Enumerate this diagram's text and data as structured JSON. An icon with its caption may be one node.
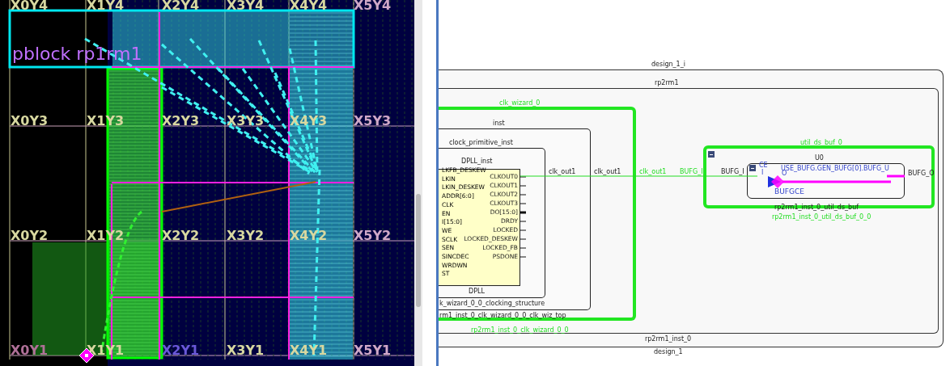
{
  "diagram": {
    "nodes": [
      {
        "text": [
          "design_1_i",
          "design_1"
        ]
      },
      {
        "text": [
          "rp2rm1",
          "rp2rm1_inst_0"
        ],
        "in": 0
      },
      {
        "text": [
          "clk_wizard_0",
          "rp2rm1_inst_0_clk_wizard_0_0"
        ],
        "in": 1
      },
      {
        "text": [
          "inst",
          "rm1_inst_0_clk_wizard_0_0_clk_wiz_top"
        ],
        "in": 2
      },
      {
        "text": [
          "clock_primitive_inst",
          "k_wizard_0_0_clocking_structure"
        ],
        "in": 3
      },
      {
        "text": [
          "DPLL_inst",
          "DPLL"
        ],
        "in": 4
      },
      {
        "text": [
          "util_ds_buf_0",
          "rp2rm1_inst_0_util_ds_buf_0_0"
        ],
        "in": 1
      },
      {
        "text": [
          "U0",
          "rp2rm1_inst_0_util_ds_buf"
        ],
        "in": 6
      },
      {
        "text": [
          "USE_BUFG.GEN_BUFG[0].BUFG_U",
          "BUFGCE"
        ],
        "in": 7
      },
      {
        "text": [
          "BUFG_O"
        ],
        "in": 6
      }
    ],
    "edges": [
      {
        "from": 5,
        "to": 8,
        "arrow": "none",
        "color": "#22dd22"
      },
      {
        "from": 8,
        "to": 9,
        "arrow": "none",
        "style": "thick",
        "color": "#ff00ff"
      }
    ],
    "labels": [
      "X0Y4",
      "X1Y4",
      "X2Y4",
      "X3Y4",
      "X4Y4",
      "X5Y4",
      "pblock rp1rm1",
      "X0Y3",
      "X1Y3",
      "X2Y3",
      "X3Y3",
      "X4Y3",
      "X5Y3",
      "X0Y2",
      "X1Y2",
      "X2Y2",
      "X3Y2",
      "X4Y2",
      "X5Y2",
      "X0Y1",
      "X1Y1",
      "X2Y1",
      "X3Y1",
      "X4Y1",
      "X5Y1",
      "LKFB_DESKEW",
      "LKIN",
      "LKIN_DESKEW",
      "ADDR[6:0]",
      "CLK",
      "EN",
      "I[15:0]",
      "WE",
      "SCLK",
      "SEN",
      "SINCDEC",
      "WRDWN",
      "ST",
      "CLKOUT0",
      "CLKOUT1",
      "CLKOUT2",
      "CLKOUT3",
      "DO[15:0]",
      "DRDY",
      "LOCKED",
      "LOCKED_DESKEW",
      "LOCKED_FB",
      "PSDONE",
      "clk_out1",
      "clk_out1",
      "clk_out1",
      "BUFG_I",
      "BUFG_I",
      "CE",
      "I",
      "O"
    ]
  }
}
